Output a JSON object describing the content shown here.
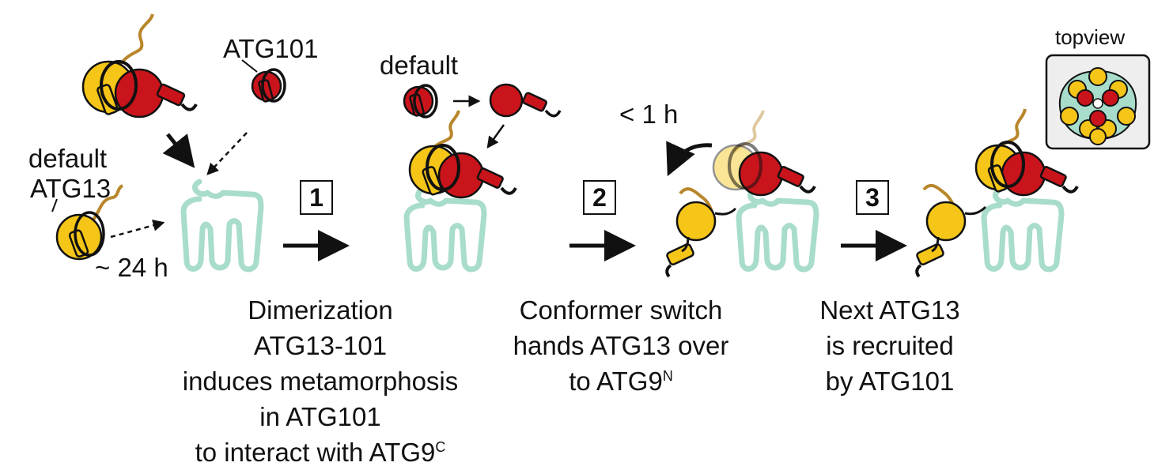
{
  "labels": {
    "atg101": "ATG101",
    "default_top": "default",
    "default_left": "default",
    "atg13": "ATG13",
    "time_24h": "~ 24 h",
    "time_1h": "< 1 h",
    "topview": "topview"
  },
  "steps": [
    "1",
    "2",
    "3"
  ],
  "captions": {
    "step1": {
      "line1": "Dimerization",
      "line2": "ATG13-101",
      "line3": "induces metamorphosis",
      "line4": "in ATG101",
      "line5": "to interact with ATG9",
      "line5_sup": "C"
    },
    "step2": {
      "line1": "Conformer switch",
      "line2": "hands ATG13 over",
      "line3": "to ATG9",
      "line3_sup": "N"
    },
    "step3": {
      "line1": "Next ATG13",
      "line2": "is recruited",
      "line3": "by ATG101"
    }
  },
  "colors": {
    "atg13_yellow": "#f5c518",
    "atg101_red": "#c9141c",
    "atg9_teal": "#a8dccb",
    "outline": "#111111",
    "tail": "#b8862a",
    "topview_bg": "#eeeeee"
  }
}
